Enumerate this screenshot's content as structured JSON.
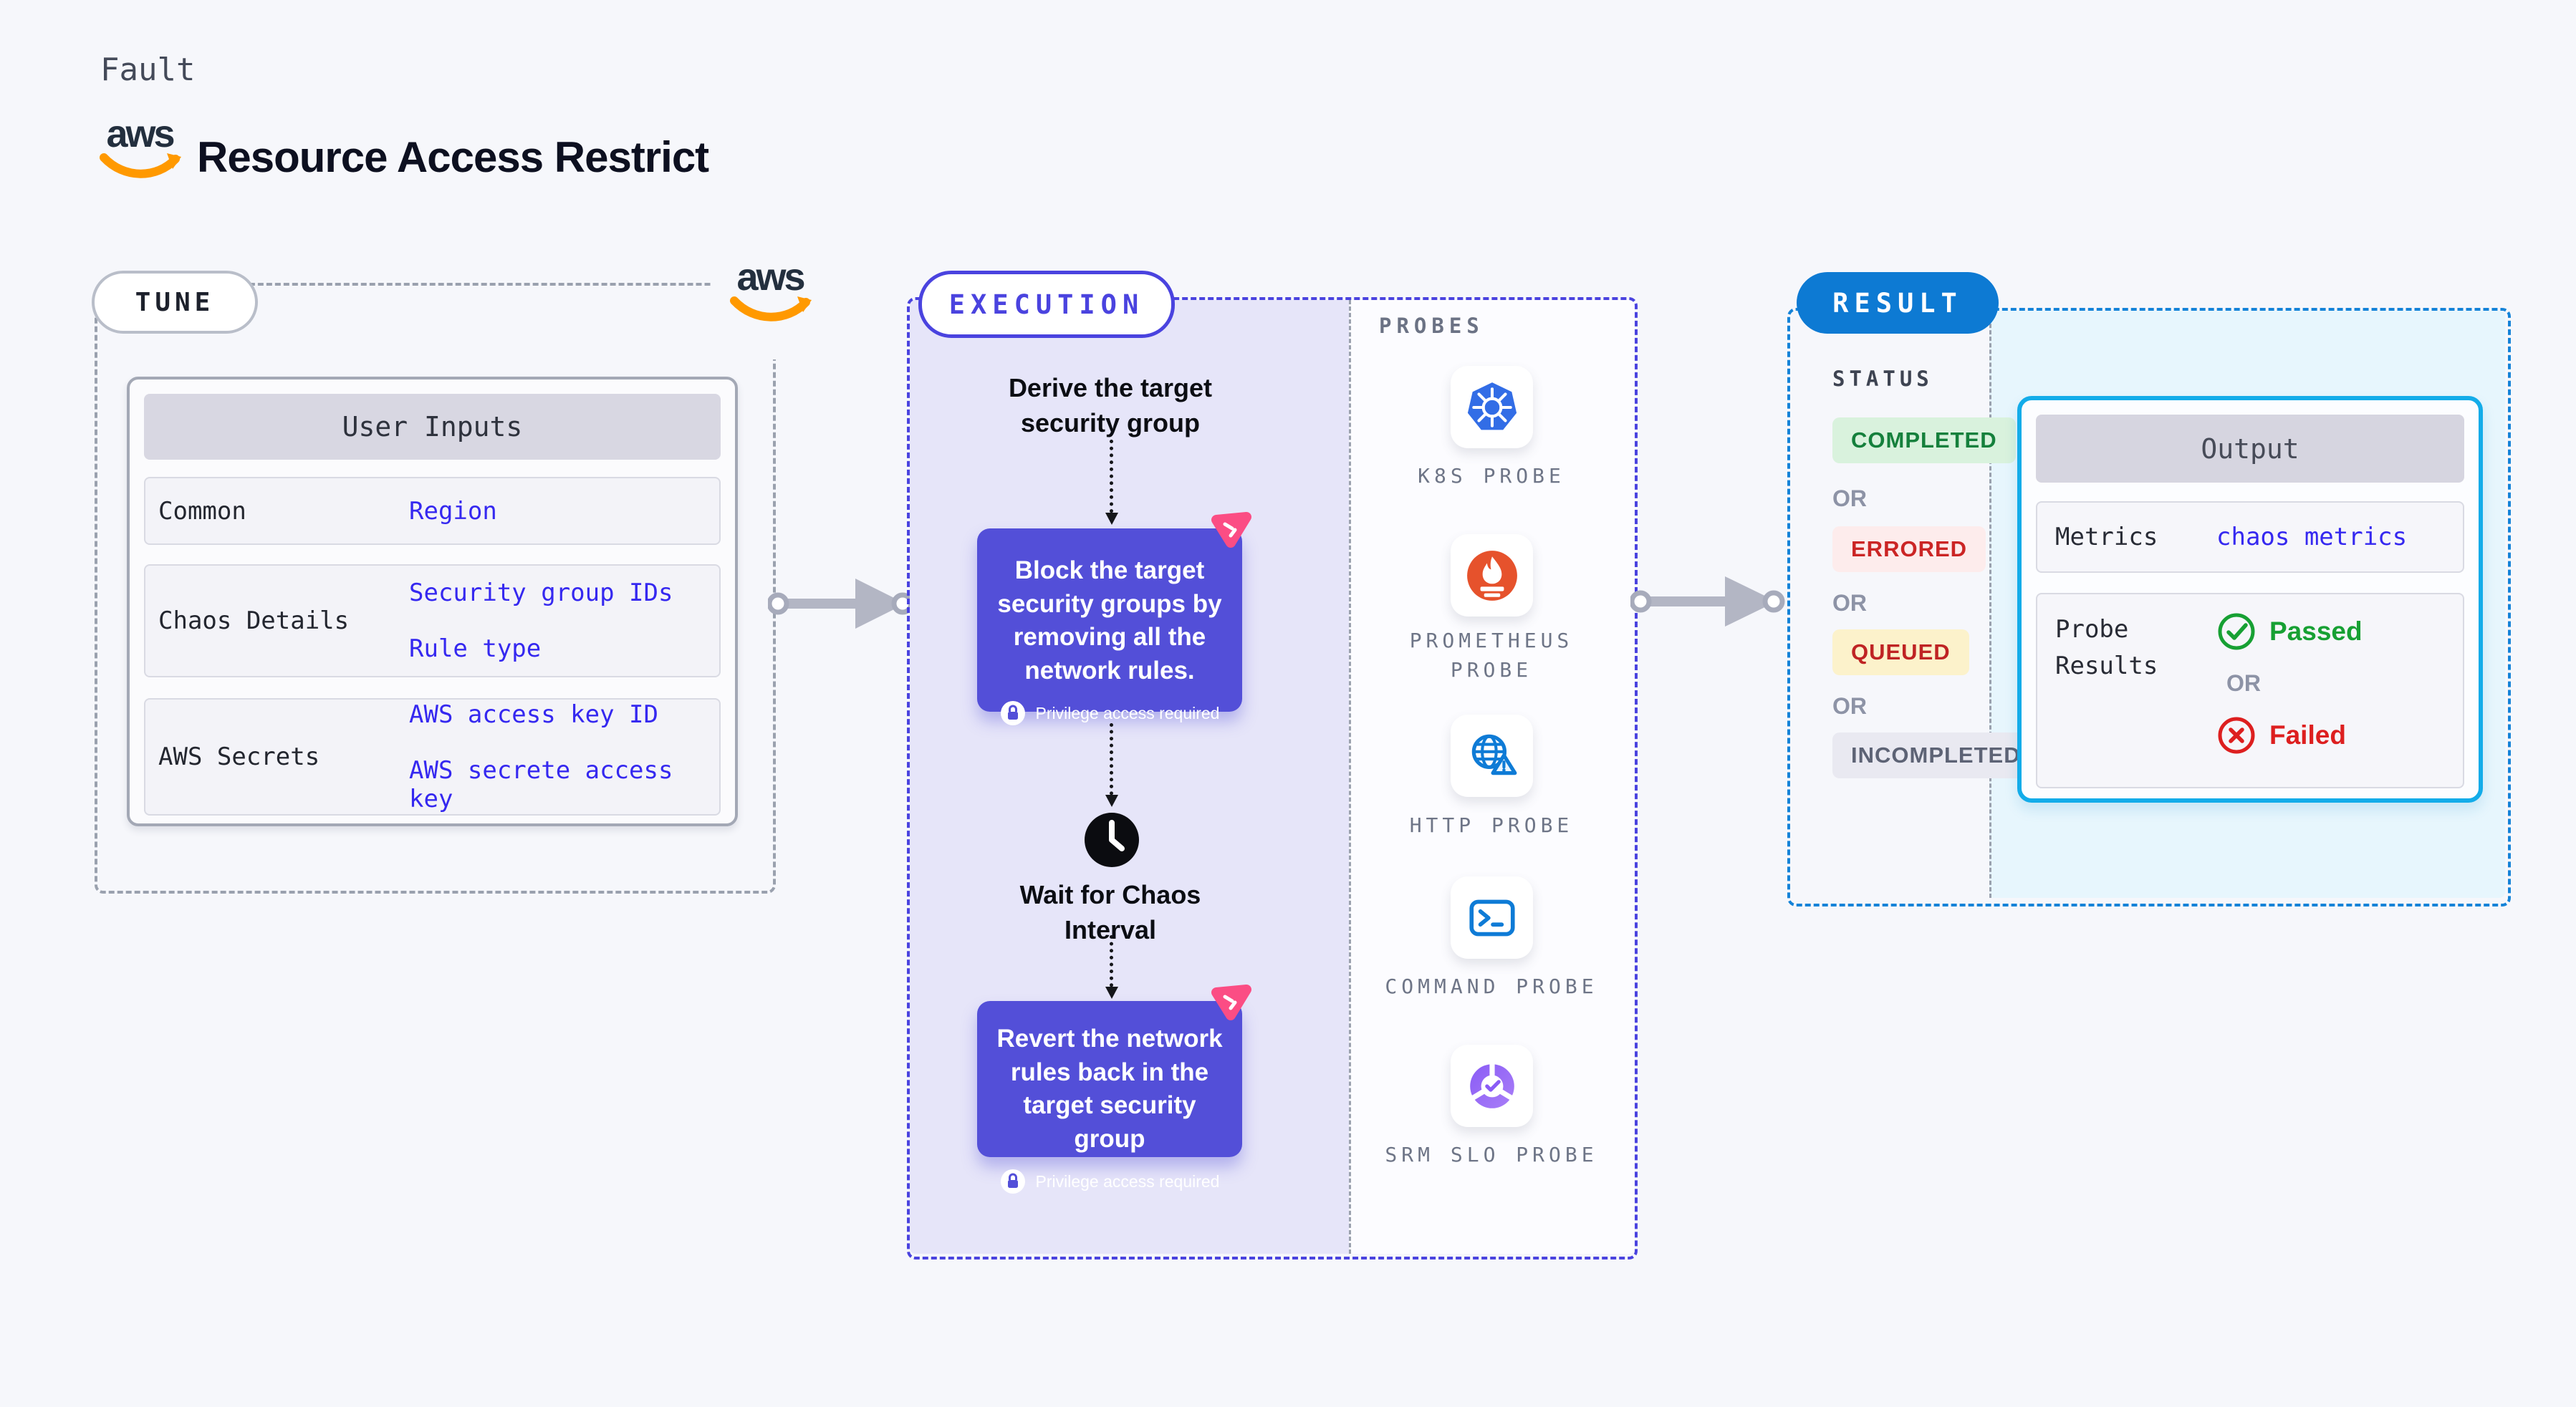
{
  "header": {
    "kicker": "Fault",
    "title": "Resource Access Restrict",
    "aws_logo_text": "aws"
  },
  "tune": {
    "pill": "TUNE",
    "aws_logo_text": "aws",
    "user_inputs": {
      "header": "User Inputs",
      "rows": [
        {
          "label": "Common",
          "values": [
            "Region"
          ]
        },
        {
          "label": "Chaos Details",
          "values": [
            "Security group IDs",
            "Rule type"
          ]
        },
        {
          "label": "AWS Secrets",
          "values": [
            "AWS access key ID",
            "AWS secrete access key"
          ]
        }
      ]
    }
  },
  "execution": {
    "pill": "EXECUTION",
    "flow": {
      "derive": "Derive the target security group",
      "block": "Block the target security groups by removing all the network rules.",
      "privilege": "Privilege access required",
      "wait": "Wait for Chaos Interval",
      "revert": "Revert the network rules back in the target security group"
    },
    "probes": {
      "title": "PROBES",
      "items": [
        {
          "label": "K8S PROBE",
          "icon": "kubernetes-icon"
        },
        {
          "label": "PROMETHEUS PROBE",
          "icon": "prometheus-icon"
        },
        {
          "label": "HTTP PROBE",
          "icon": "http-globe-warning-icon"
        },
        {
          "label": "COMMAND PROBE",
          "icon": "terminal-icon"
        },
        {
          "label": "SRM SLO PROBE",
          "icon": "srm-slo-icon"
        }
      ]
    }
  },
  "result": {
    "pill": "RESULT",
    "status": {
      "title": "STATUS",
      "badges": [
        "COMPLETED",
        "ERRORED",
        "QUEUED",
        "INCOMPLETED"
      ],
      "or": "OR"
    },
    "output": {
      "header": "Output",
      "metrics_label": "Metrics",
      "metrics_value": "chaos metrics",
      "probe_results_label": "Probe Results",
      "passed": "Passed",
      "or": "OR",
      "failed": "Failed"
    }
  },
  "colors": {
    "page_bg": "#f6f7fb",
    "indigo": "#534fd8",
    "indigo_border": "#4a43df",
    "exec_panel": "#e6e5f9",
    "result_blue": "#0d7ad3",
    "result_border": "#1583d8",
    "cyan_panel": "#e7f6fd",
    "output_border": "#13ace9",
    "value_blue": "#3528f0",
    "aws_orange": "#ff9900",
    "pink": "#fb4d84",
    "passed_green": "#17a033",
    "failed_red": "#dd1f1f",
    "arrow_gray": "#b3b6c4"
  }
}
